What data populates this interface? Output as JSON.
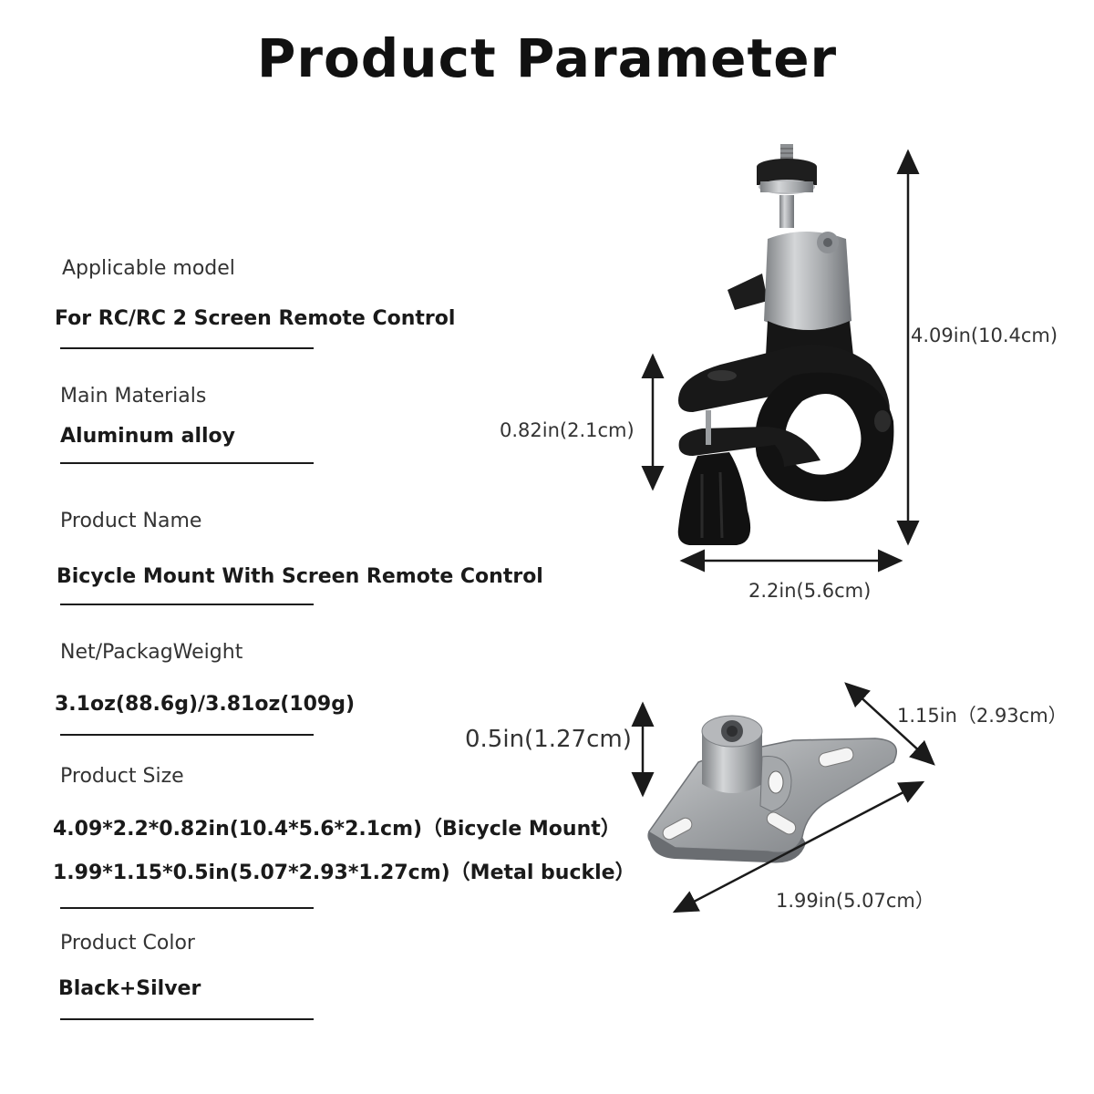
{
  "title": "Product Parameter",
  "specs": [
    {
      "label": "Applicable model",
      "values": [
        "For RC/RC 2 Screen  Remote Control"
      ]
    },
    {
      "label": "Main Materials",
      "values": [
        "Aluminum alloy"
      ]
    },
    {
      "label": "Product Name",
      "values": [
        "Bicycle Mount With Screen Remote Control"
      ]
    },
    {
      "label": "Net/PackagWeight",
      "values": [
        "3.1oz(88.6g)/3.81oz(109g)"
      ]
    },
    {
      "label": "Product Size",
      "values": [
        "4.09*2.2*0.82in(10.4*5.6*2.1cm)（Bicycle Mount）",
        "1.99*1.15*0.5in(5.07*2.93*1.27cm)（Metal buckle）"
      ]
    },
    {
      "label": "Product Color",
      "values": [
        "Black+Silver"
      ]
    }
  ],
  "dimensions": {
    "mount_height": "4.09in(10.4cm)",
    "mount_clamp": "0.82in(2.1cm)",
    "mount_width": "2.2in(5.6cm)",
    "buckle_height": "0.5in(1.27cm)",
    "buckle_depth": "1.15in（2.93cm）",
    "buckle_length": "1.99in(5.07cm）"
  },
  "colors": {
    "mount_black": "#161616",
    "silver": "#a9abad",
    "accent_line": "#1a1a1a"
  }
}
